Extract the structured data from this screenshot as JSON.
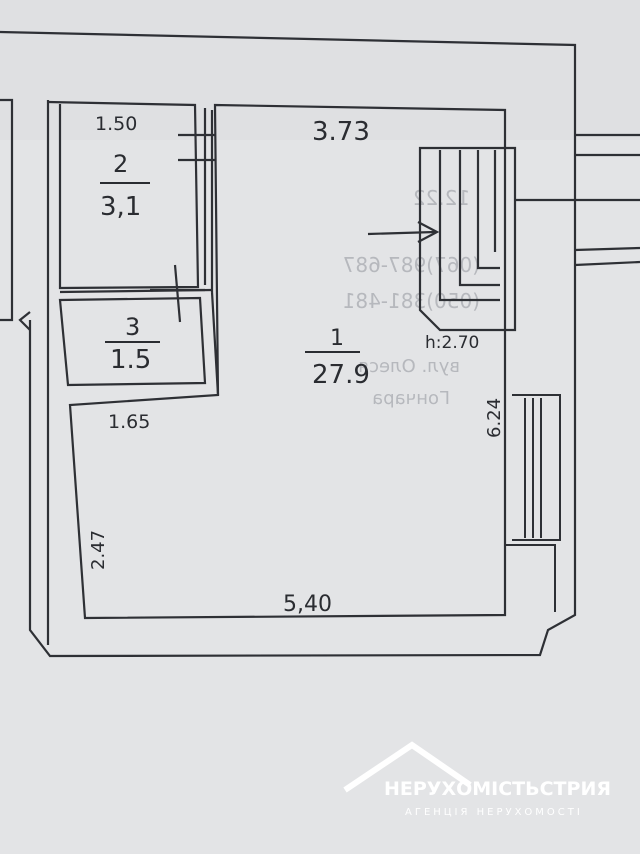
{
  "plan": {
    "total_width": "3.73",
    "ceiling_height": "h:2.70",
    "right_wall_length": "6.24",
    "bottom_length": "5,40",
    "left_wall_length": "2.47",
    "rooms": [
      {
        "number": "1",
        "area": "27.9"
      },
      {
        "number": "2",
        "area": "3,1",
        "width": "1.50"
      },
      {
        "number": "3",
        "area": "1.5",
        "width": "1.65"
      }
    ]
  },
  "bleed_through": {
    "lines": [
      "12.22",
      "(067)987-687",
      "(050)381-481",
      "вул. Олеся",
      "Гончара"
    ]
  },
  "watermark": {
    "brand": "НЕРУХОМІСТЬСТРИЯ",
    "tagline": "АГЕНЦІЯ НЕРУХОМОСТІ"
  },
  "colors": {
    "paper": "#e3e4e6",
    "ink": "#2a2c31",
    "watermark": "#ffffff"
  }
}
